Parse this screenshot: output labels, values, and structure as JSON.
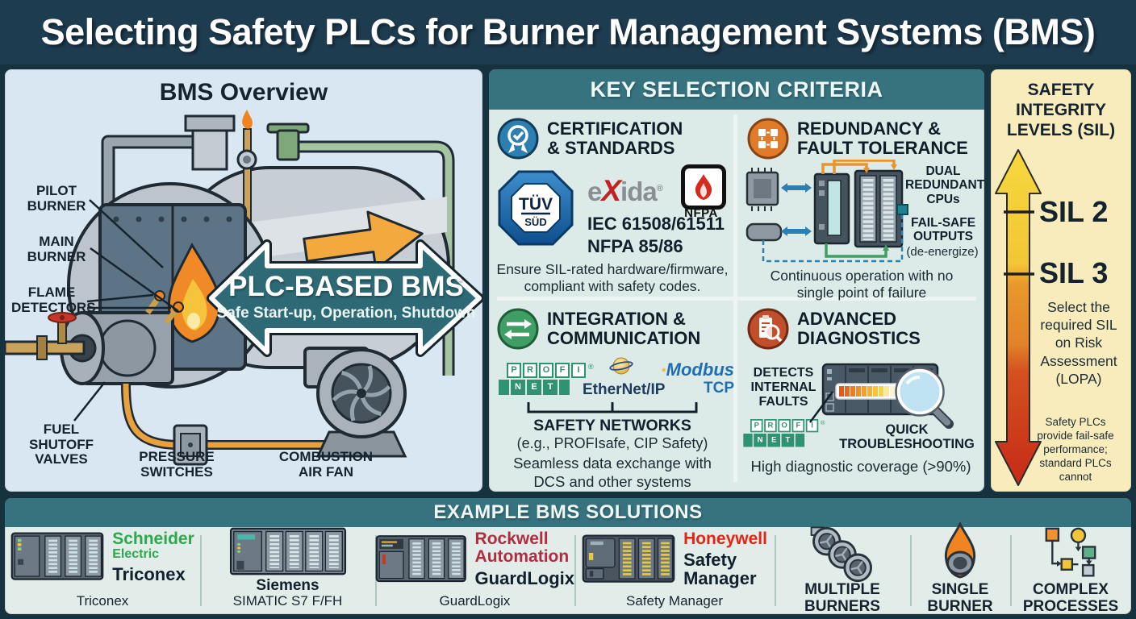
{
  "header": {
    "title": "Selecting Safety PLCs for Burner Management Systems (BMS)"
  },
  "overview": {
    "title": "BMS Overview",
    "labels": {
      "pilot_burner": "PILOT\nBURNER",
      "main_burner": "MAIN\nBURNER",
      "flame_detectors": "FLAME\nDETECTORS",
      "fuel_shutoff_valves": "FUEL\nSHUTOFF\nVALVES",
      "pressure_switches": "PRESSURE\nSWITCHES",
      "combustion_air_fan": "COMBUSTION\nAIR FAN"
    },
    "arrow_title": "PLC-BASED BMS",
    "arrow_subtitle": "Safe Start-up, Operation, Shutdown"
  },
  "criteria": {
    "title": "KEY SELECTION CRITERIA",
    "certification": {
      "heading": "CERTIFICATION\n& STANDARDS",
      "tuv_top": "TÜV",
      "tuv_bottom": "SÜD",
      "exida_pre": "e",
      "exida_x": "X",
      "exida_post": "ida",
      "nfpa": "NFPA",
      "standards": "IEC 61508/61511\nNFPA 85/86",
      "body": "Ensure SIL-rated hardware/firmware,\ncompliant with safety codes."
    },
    "redundancy": {
      "heading": "REDUNDANCY &\nFAULT TOLERANCE",
      "dual": "DUAL\nREDUNDANT\nCPUs",
      "failsafe": "FAIL-SAFE\nOUTPUTS",
      "deenergize": "(de-energize)",
      "body": "Continuous operation with no\nsingle point of failure"
    },
    "integration": {
      "heading": "INTEGRATION &\nCOMMUNICATION",
      "profinet_top": "PROFI",
      "profinet_bottom": "NET",
      "ethernet": "EtherNet/IP",
      "modbus": "Modbus",
      "modbus_tcp": "TCP",
      "networks": "SAFETY NETWORKS",
      "networks_eg": "(e.g., PROFIsafe, CIP Safety)",
      "body": "Seamless data exchange with\nDCS and other systems"
    },
    "diagnostics": {
      "heading": "ADVANCED\nDIAGNOSTICS",
      "detects": "DETECTS\nINTERNAL\nFAULTS",
      "quick": "QUICK\nTROUBLESHOOTING",
      "body": "High diagnostic coverage (>90%)"
    }
  },
  "sil": {
    "title": "SAFETY\nINTEGRITY\nLEVELS (SIL)",
    "sil2": "SIL 2",
    "sil3": "SIL 3",
    "note1": "Select the\nrequired SIL\non Risk\nAssessment\n(LOPA)",
    "note2": "Safety PLCs\nprovide fail-safe\nperformance;\nstandard PLCs\ncannot"
  },
  "solutions": {
    "title": "EXAMPLE BMS SOLUTIONS",
    "triconex": {
      "brand1": "Schneider",
      "brand2": "Electric",
      "product": "Triconex",
      "caption": "Triconex"
    },
    "siemens": {
      "brand": "Siemens",
      "caption": "SIMATIC S7 F/FH"
    },
    "guardlogix": {
      "brand1": "Rockwell",
      "brand2": "Automation",
      "product": "GuardLogix",
      "caption": "GuardLogix"
    },
    "honeywell": {
      "brand": "Honeywell",
      "product": "Safety\nManager",
      "caption": "Safety Manager"
    },
    "use_multiple": "MULTIPLE\nBURNERS",
    "use_single": "SINGLE\nBURNER",
    "use_complex": "COMPLEX\nPROCESSES"
  },
  "colors": {
    "header_navy": "#1e3c4f",
    "teal_bar": "#37727f",
    "arrow_teal": "#2d6a76",
    "sil_yellow": "#f5d73d",
    "sil_orange": "#e2822a",
    "sil_red": "#c62a18"
  }
}
